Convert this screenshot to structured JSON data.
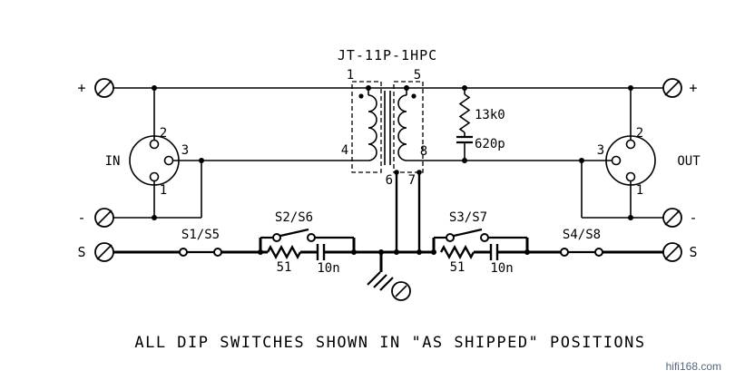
{
  "page": {
    "background": "#ffffff",
    "line_color": "#000000",
    "watermark": {
      "text": "hifi168.com",
      "color": "#56677a"
    }
  },
  "schematic": {
    "title": "JT-11P-1HPC",
    "caption": "ALL DIP SWITCHES SHOWN IN \"AS SHIPPED\" POSITIONS",
    "in_connector": {
      "label": "IN",
      "pin_1": "1",
      "pin_2": "2",
      "pin_3": "3"
    },
    "out_connector": {
      "label": "OUT",
      "pin_1": "1",
      "pin_2": "2",
      "pin_3": "3"
    },
    "terminals_left": {
      "plus": "+",
      "minus": "-",
      "shield": "S"
    },
    "terminals_right": {
      "plus": "+",
      "minus": "-",
      "shield": "S"
    },
    "transformer_pins": {
      "p1": "1",
      "p4": "4",
      "p5": "5",
      "p6": "6",
      "p7": "7",
      "p8": "8"
    },
    "components": {
      "load_resistor": "13k0",
      "load_capacitor": "620p",
      "switch_1": "S1/S5",
      "switch_2": "S2/S6",
      "switch_3": "S3/S7",
      "switch_4": "S4/S8",
      "resistor_left": "51",
      "capacitor_left": "10n",
      "resistor_right": "51",
      "capacitor_right": "10n"
    }
  }
}
